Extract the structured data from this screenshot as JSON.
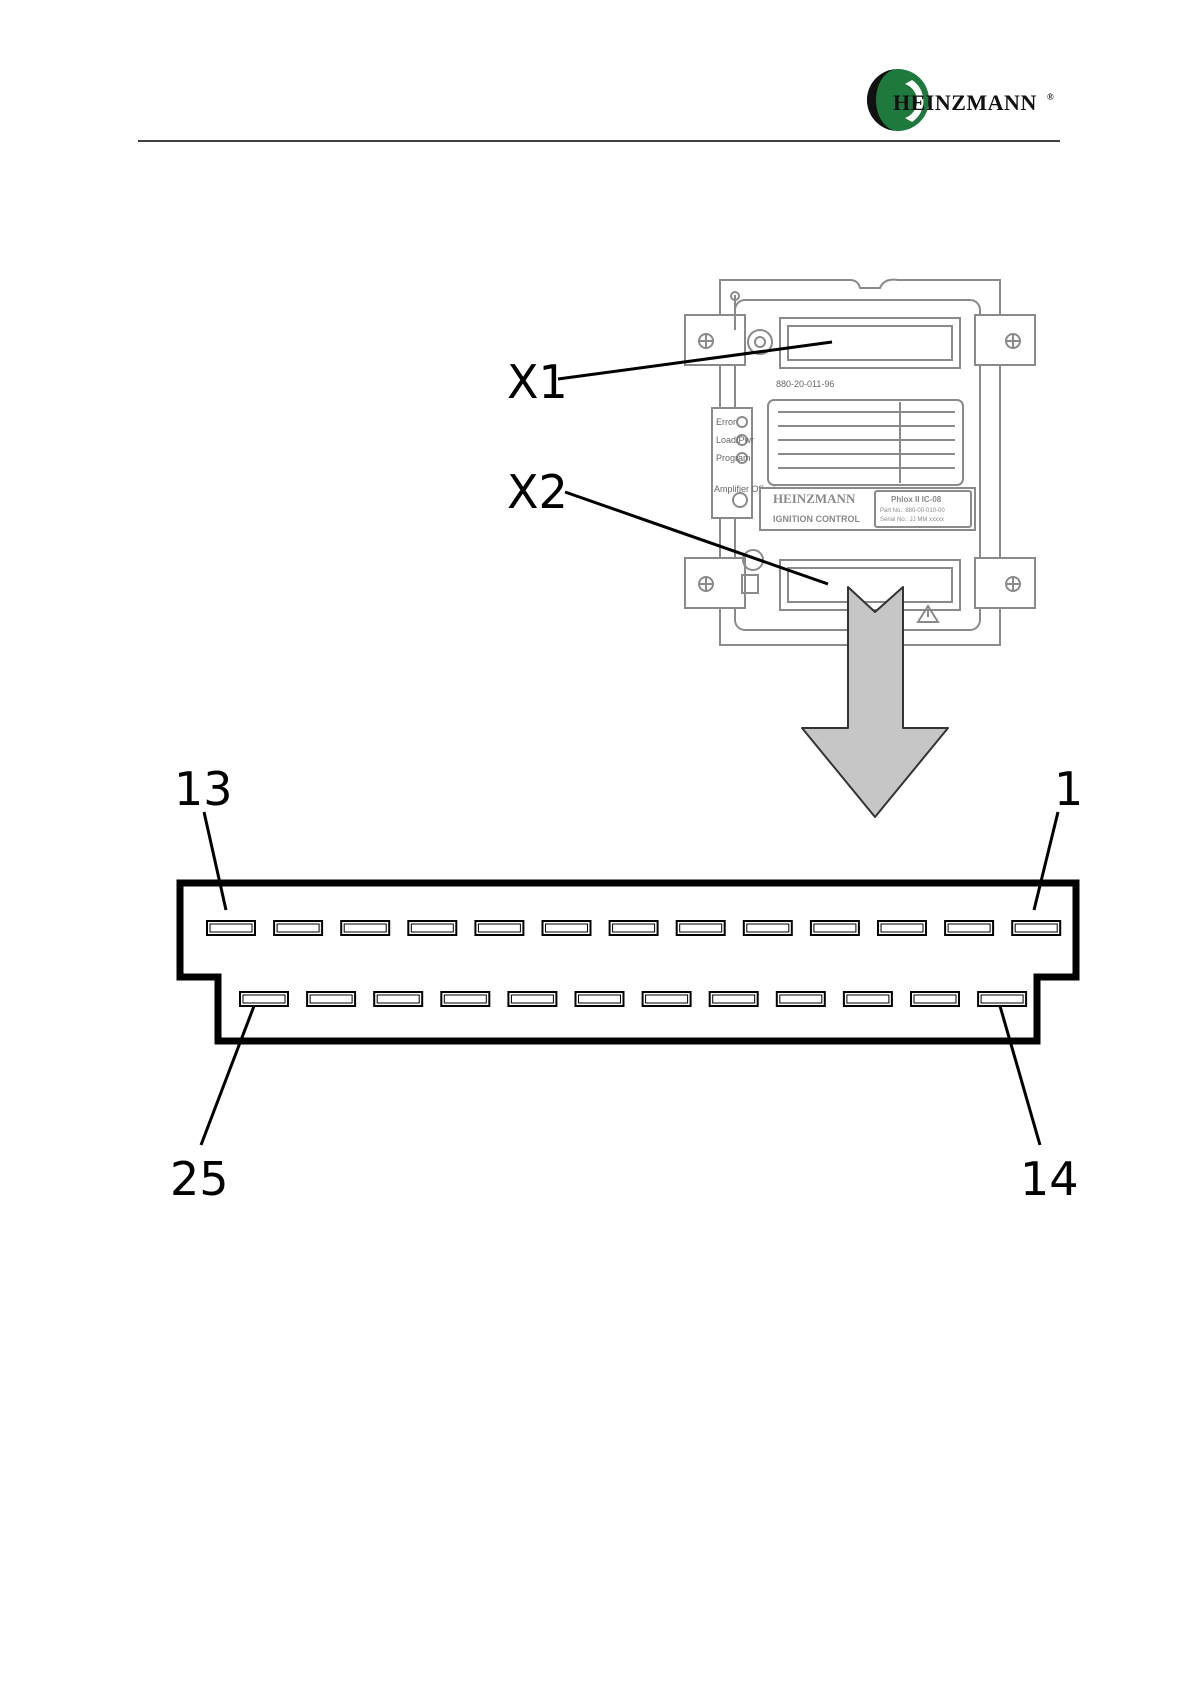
{
  "header": {
    "brand": "HEINZMANN",
    "brand_mark": "®"
  },
  "device": {
    "brand": "HEINZMANN",
    "product_line": "IGNITION CONTROL",
    "model": "Phlox II IC-08",
    "part_no": "Part No.: 880-00-010-00",
    "serial_no": "Serial No.: JJ MM xxxxx",
    "board_code": "880-20-011-96",
    "leds": [
      "Error",
      "Load/Pwr",
      "Program"
    ],
    "dip_label": "Amplifier Offset"
  },
  "callouts": {
    "x1": "X1",
    "x2": "X2"
  },
  "connector": {
    "pins_top_count": 13,
    "pins_bottom_count": 12,
    "label_top_left": "13",
    "label_top_right": "1",
    "label_bottom_left": "25",
    "label_bottom_right": "14"
  },
  "colors": {
    "logo_green": "#1e7a3c",
    "logo_dark": "#111111",
    "arrow_fill": "#c6c6c6",
    "arrow_stroke": "#333333",
    "device_line": "#8a8a8a"
  }
}
